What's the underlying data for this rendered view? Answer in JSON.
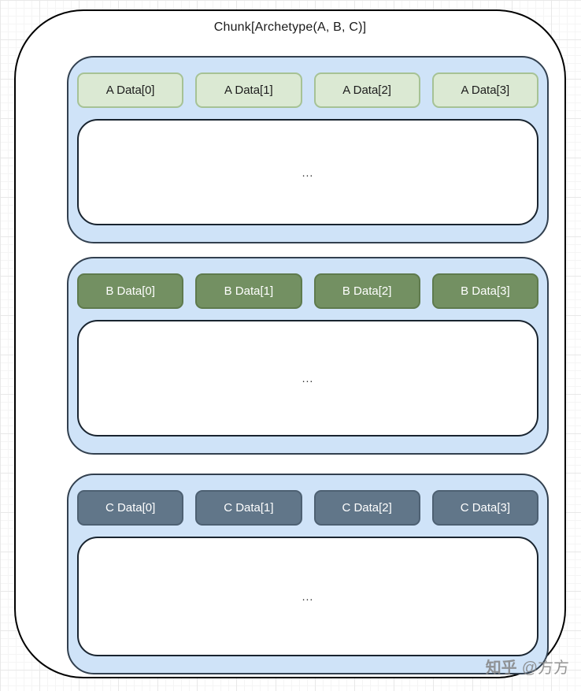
{
  "title": "Chunk[Archetype(A, B, C)]",
  "sections": [
    {
      "id": "A",
      "cells": [
        "A Data[0]",
        "A Data[1]",
        "A Data[2]",
        "A Data[3]"
      ],
      "ellipsis": "...",
      "cell_fill": "#dbe9d3",
      "cell_border": "#a6c295",
      "cell_text_color": "#1c1c1c"
    },
    {
      "id": "B",
      "cells": [
        "B Data[0]",
        "B Data[1]",
        "B Data[2]",
        "B Data[3]"
      ],
      "ellipsis": "...",
      "cell_fill": "#739062",
      "cell_border": "#5e7a4d",
      "cell_text_color": "#ffffff"
    },
    {
      "id": "C",
      "cells": [
        "C Data[0]",
        "C Data[1]",
        "C Data[2]",
        "C Data[3]"
      ],
      "ellipsis": "...",
      "cell_fill": "#617689",
      "cell_border": "#4d6072",
      "cell_text_color": "#ffffff"
    }
  ],
  "colors": {
    "section_fill": "#cfe3f8",
    "section_border": "#32404f",
    "outer_border": "#000000",
    "outer_fill": "#ffffff",
    "ellipsis_box_fill": "#ffffff",
    "ellipsis_box_border": "#19242f"
  },
  "watermark": {
    "brand": "知乎",
    "handle": "@方方"
  }
}
